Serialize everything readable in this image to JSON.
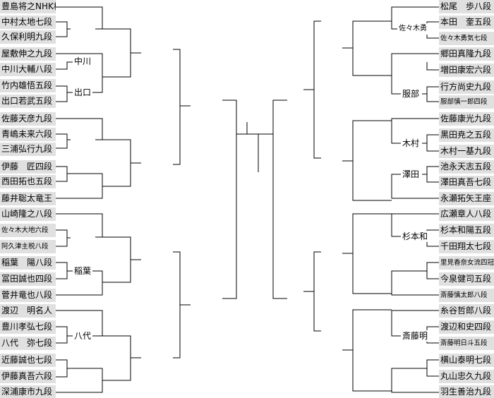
{
  "left": {
    "players": [
      "豊島将之NHK杯",
      "中村太地七段",
      "久保利明九段",
      "屋敷伸之九段",
      "中川大輔八段",
      "竹内雄悟五段",
      "出口若武五段",
      "佐藤天彦九段",
      "青嶋未来六段",
      "三浦弘行九段",
      "伊藤　匠四段",
      "西田拓也五段",
      "藤井聡太竜王",
      "山崎隆之八段",
      "佐々木大地六段",
      "阿久津主税八段",
      "稲葉　陽八段",
      "冨田誠也四段",
      "菅井竜也八段",
      "渡辺　明名人",
      "豊川孝弘七段",
      "八代　弥七段",
      "近藤誠也七段",
      "伊藤真吾六段",
      "深浦康市九段"
    ],
    "winners": [
      "中川",
      "出口",
      "稲葉",
      "八代"
    ]
  },
  "right": {
    "players": [
      "松尾　歩八段",
      "本田　奎五段",
      "佐々木勇気七段",
      "郷田真隆九段",
      "増田康宏六段",
      "行方尚史九段",
      "服部慎一郎四段",
      "佐藤康光九段",
      "黒田尭之五段",
      "木村一基九段",
      "池永天志五段",
      "澤田真吾七段",
      "永瀬拓矢王座",
      "広瀬章人八段",
      "杉本和陽五段",
      "千田翔太七段",
      "里見香奈女流四冠",
      "今泉健司五段",
      "斎藤慎太郎八段",
      "糸谷哲郎八段",
      "渡辺和史四段",
      "斎藤明日斗五段",
      "横山泰明七段",
      "丸山忠久九段",
      "羽生善治九段"
    ],
    "winners": [
      "佐々木勇",
      "服部",
      "木村",
      "澤田",
      "杉本和",
      "斎藤明"
    ]
  }
}
